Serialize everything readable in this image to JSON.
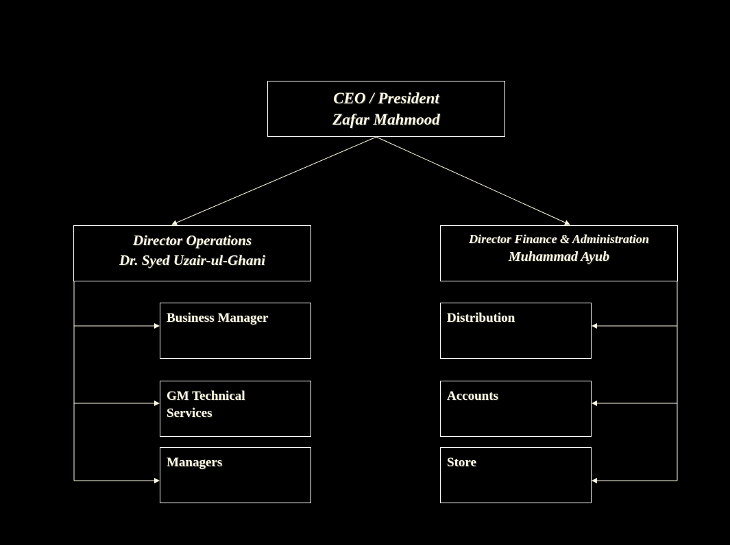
{
  "colors": {
    "background": "#000000",
    "box_border": "#ffffff",
    "text": "#fffbe6",
    "connector": "#fffbe6"
  },
  "ceo": {
    "title": "CEO / President",
    "name": "Zafar Mahmood"
  },
  "operations": {
    "title": "Director Operations",
    "name": "Dr. Syed Uzair-ul-Ghani",
    "reports": [
      {
        "label": "Business Manager"
      },
      {
        "label": "GM Technical Services"
      },
      {
        "label": "Managers"
      }
    ]
  },
  "finance": {
    "title": "Director Finance & Administration",
    "name": "Muhammad Ayub",
    "reports": [
      {
        "label": "Distribution"
      },
      {
        "label": "Accounts"
      },
      {
        "label": "Store"
      }
    ]
  }
}
